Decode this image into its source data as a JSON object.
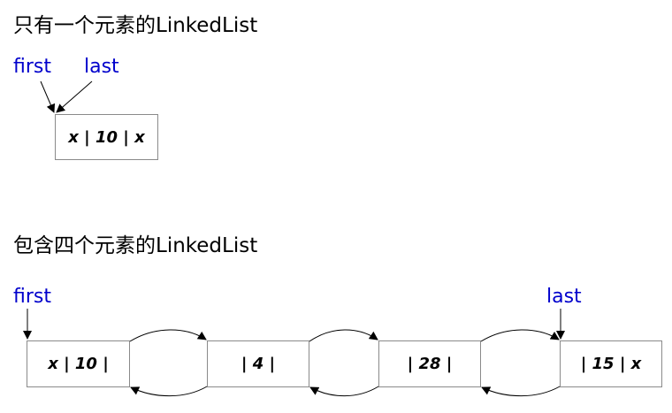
{
  "colors": {
    "pointer_label": "#0000cc",
    "node_border": "#8a8a8a",
    "text": "#000000"
  },
  "single": {
    "title": "只有一个元素的LinkedList",
    "first_label": "first",
    "last_label": "last",
    "nodes": [
      {
        "text": "x | 10 | x"
      }
    ]
  },
  "four": {
    "title": "包含四个元素的LinkedList",
    "first_label": "first",
    "last_label": "last",
    "nodes": [
      {
        "text": "x | 10 |"
      },
      {
        "text": "| 4 |"
      },
      {
        "text": "| 28 |"
      },
      {
        "text": "| 15 | x"
      }
    ]
  }
}
